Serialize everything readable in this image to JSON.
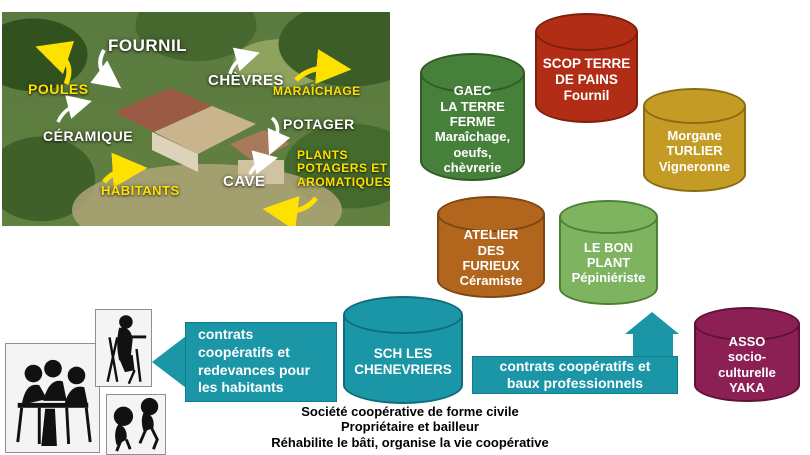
{
  "photo": {
    "description": "aerial-photo-of-farm-hamlet",
    "labels": [
      {
        "id": "fournil",
        "text": "FOURNIL",
        "color": "#ffffff"
      },
      {
        "id": "chevres",
        "text": "CHÈVRES",
        "color": "#ffffff"
      },
      {
        "id": "poules",
        "text": "POULES",
        "color": "#ffe100"
      },
      {
        "id": "maraichage",
        "text": "MARAÎCHAGE",
        "color": "#ffe100"
      },
      {
        "id": "ceramique",
        "text": "CÉRAMIQUE",
        "color": "#ffffff"
      },
      {
        "id": "potager",
        "text": "POTAGER",
        "color": "#ffffff"
      },
      {
        "id": "habitants",
        "text": "HABITANTS",
        "color": "#ffe100"
      },
      {
        "id": "cave",
        "text": "CAVE",
        "color": "#ffffff"
      },
      {
        "id": "plants",
        "text": "PLANTS\nPOTAGERS ET\nAROMATIQUES",
        "color": "#ffe100"
      }
    ]
  },
  "cylinders": [
    {
      "id": "gaec",
      "text": "GAEC\nLA TERRE\nFERME\nMaraîchage,\noeufs,\nchèvrerie",
      "color": "#47803a"
    },
    {
      "id": "scop",
      "text": "SCOP TERRE\nDE PAINS\nFournil",
      "color": "#b22d15"
    },
    {
      "id": "morgane",
      "text": "Morgane\nTURLIER\nVigneronne",
      "color": "#c49b24"
    },
    {
      "id": "atelier",
      "text": "ATELIER\nDES\nFURIEUX\nCéramiste",
      "color": "#b2661d"
    },
    {
      "id": "bonplant",
      "text": "LE BON\nPLANT\nPépiniériste",
      "color": "#7eb35f"
    },
    {
      "id": "sch",
      "text": "SCH LES\nCHENEVRIERS",
      "color": "#1b96a6"
    },
    {
      "id": "yaka",
      "text": "ASSO\nsocio-\nculturelle\nYAKA",
      "color": "#8c2055"
    }
  ],
  "arrows": {
    "color": "#1b96a6",
    "left": {
      "text": "contrats\ncoopératifs et\nredevances pour\nles habitants"
    },
    "right": {
      "text": "contrats coopératifs et\nbaux professionnels"
    }
  },
  "footer": {
    "text": "Société coopérative de forme civile\nPropriétaire et bailleur\nRéhabilite le bâti, organise la vie coopérative"
  }
}
